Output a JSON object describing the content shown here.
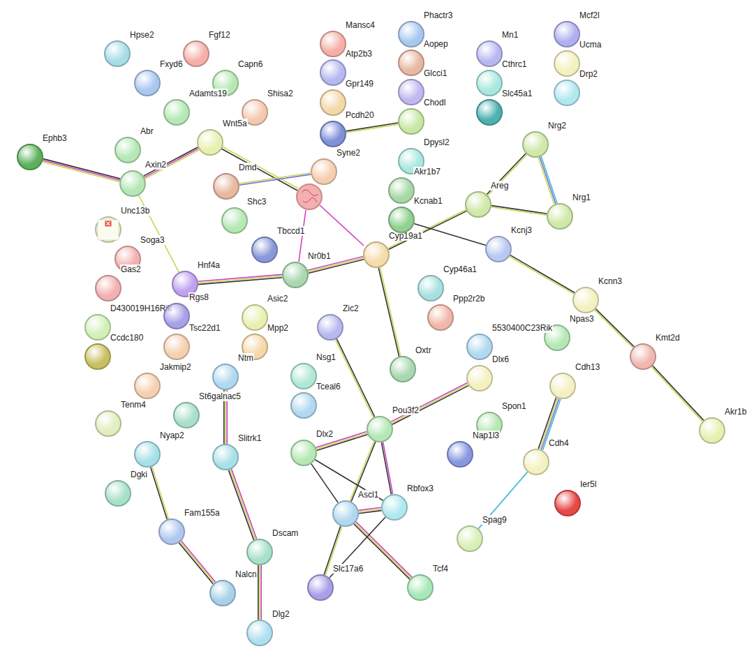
{
  "diagram": {
    "nodes": [
      {
        "text": [
          "Hpse2"
        ]
      },
      {
        "text": [
          "Fgf12"
        ]
      },
      {
        "text": [
          "Fxyd6"
        ]
      },
      {
        "text": [
          "Capn6"
        ]
      },
      {
        "text": [
          "Adamts19"
        ]
      },
      {
        "text": [
          "Shisa2"
        ]
      },
      {
        "text": [
          "Mansc4"
        ]
      },
      {
        "text": [
          "Atp2b3"
        ]
      },
      {
        "text": [
          "Gpr149"
        ]
      },
      {
        "text": [
          "Pcdh20"
        ]
      },
      {
        "text": [
          "Phactr3"
        ]
      },
      {
        "text": [
          "Aopep"
        ]
      },
      {
        "text": [
          "Glcci1"
        ]
      },
      {
        "text": [
          "Chodl"
        ]
      },
      {
        "text": [
          "Mn1"
        ]
      },
      {
        "text": [
          "Cthrc1"
        ]
      },
      {
        "text": [
          "Slc45a1"
        ]
      },
      {
        "text": [
          "Mcf2l"
        ]
      },
      {
        "text": [
          "Ucma"
        ]
      },
      {
        "text": [
          "Drp2"
        ]
      },
      {
        "text": [
          "Ephb3"
        ]
      },
      {
        "text": [
          "Abr"
        ]
      },
      {
        "text": [
          "Axin2"
        ]
      },
      {
        "text": [
          "Wnt5a"
        ]
      },
      {
        "text": [
          "Syne2"
        ]
      },
      {
        "text": [
          "Dmd"
        ]
      },
      {
        "text": [
          "Unc13b"
        ]
      },
      {
        "text": [
          "Shc3"
        ]
      },
      {
        "text": [
          "Tbccd1"
        ]
      },
      {
        "text": [
          "Soga3"
        ]
      },
      {
        "text": [
          "Gas2"
        ]
      },
      {
        "text": [
          "Hnf4a"
        ]
      },
      {
        "text": [
          "Nr0b1"
        ]
      },
      {
        "text": [
          "Cyp19a1"
        ]
      },
      {
        "text": [
          "Dpysl2"
        ]
      },
      {
        "text": [
          "Akr1b7"
        ]
      },
      {
        "text": [
          "Kcnab1"
        ]
      },
      {
        "text": [
          "Areg"
        ]
      },
      {
        "text": [
          "Nrg2"
        ]
      },
      {
        "text": [
          "Nrg1"
        ]
      },
      {
        "text": [
          "Kcnj3"
        ]
      },
      {
        "text": [
          "Cyp46a1"
        ]
      },
      {
        "text": [
          "Ppp2r2b"
        ]
      },
      {
        "text": [
          "Kcnn3"
        ]
      },
      {
        "text": [
          "Npas3"
        ]
      },
      {
        "text": [
          "Kmt2d"
        ]
      },
      {
        "text": [
          "Akr1b"
        ]
      },
      {
        "text": [
          "D430019H16Rik"
        ]
      },
      {
        "text": [
          "Rgs8"
        ]
      },
      {
        "text": [
          "Ccdc180"
        ]
      },
      {
        "text": [
          "Asic2"
        ]
      },
      {
        "text": [
          "Mpp2"
        ]
      },
      {
        "text": [
          "Tsc22d1"
        ]
      },
      {
        "text": [
          "Zic2"
        ]
      },
      {
        "text": [
          "Nsg1"
        ]
      },
      {
        "text": [
          "Tceal6"
        ]
      },
      {
        "text": [
          "Oxtr"
        ]
      },
      {
        "text": [
          "5530400C23Rik"
        ]
      },
      {
        "text": [
          "Dlx6"
        ]
      },
      {
        "text": [
          "Jakmip2"
        ]
      },
      {
        "text": [
          "Ntm"
        ]
      },
      {
        "text": [
          "Tenm4"
        ]
      },
      {
        "text": [
          "St6galnac5"
        ]
      },
      {
        "text": [
          "Pou3f2"
        ]
      },
      {
        "text": [
          "Dlx2"
        ]
      },
      {
        "text": [
          "Spon1"
        ]
      },
      {
        "text": [
          "Nap1l3"
        ]
      },
      {
        "text": [
          "Cdh13"
        ]
      },
      {
        "text": [
          "Cdh4"
        ]
      },
      {
        "text": [
          "Ier5l"
        ]
      },
      {
        "text": [
          "Nyap2"
        ]
      },
      {
        "text": [
          "Slitrk1"
        ]
      },
      {
        "text": [
          "Dgki"
        ]
      },
      {
        "text": [
          "Ascl1"
        ]
      },
      {
        "text": [
          "Rbfox3"
        ]
      },
      {
        "text": [
          "Spag9"
        ]
      },
      {
        "text": [
          "Fam155a"
        ]
      },
      {
        "text": [
          "Dscam"
        ]
      },
      {
        "text": [
          "Slc17a6"
        ]
      },
      {
        "text": [
          "Tcf4"
        ]
      },
      {
        "text": [
          "Nalcn"
        ]
      },
      {
        "text": [
          "Dlg2"
        ]
      }
    ],
    "edges": [
      {
        "from": 9,
        "to": 13,
        "arrow": "none"
      },
      {
        "from": 20,
        "to": 22,
        "arrow": "none"
      },
      {
        "from": 22,
        "to": 23,
        "arrow": "none"
      },
      {
        "from": 22,
        "to": 31,
        "arrow": "none"
      },
      {
        "from": 25,
        "to": 24,
        "arrow": "none"
      },
      {
        "from": 31,
        "to": 32,
        "arrow": "none"
      },
      {
        "from": 32,
        "to": 33,
        "arrow": "none"
      },
      {
        "from": 33,
        "to": 37,
        "arrow": "none"
      },
      {
        "from": 33,
        "to": 56,
        "arrow": "none"
      },
      {
        "from": 36,
        "to": 40,
        "arrow": "none"
      },
      {
        "from": 37,
        "to": 38,
        "arrow": "none"
      },
      {
        "from": 37,
        "to": 39,
        "arrow": "none"
      },
      {
        "from": 38,
        "to": 39,
        "arrow": "none"
      },
      {
        "from": 40,
        "to": 43,
        "arrow": "none"
      },
      {
        "from": 43,
        "to": 45,
        "arrow": "none"
      },
      {
        "from": 45,
        "to": 46,
        "arrow": "none"
      },
      {
        "from": 53,
        "to": 63,
        "arrow": "none"
      },
      {
        "from": 63,
        "to": 58,
        "arrow": "none"
      },
      {
        "from": 64,
        "to": 63,
        "arrow": "none"
      },
      {
        "from": 63,
        "to": 73,
        "arrow": "none"
      },
      {
        "from": 63,
        "to": 74,
        "arrow": "none"
      },
      {
        "from": 64,
        "to": 73,
        "arrow": "none"
      },
      {
        "from": 64,
        "to": 74,
        "arrow": "none"
      },
      {
        "from": 73,
        "to": 74,
        "arrow": "none"
      },
      {
        "from": 73,
        "to": 79,
        "arrow": "none"
      },
      {
        "from": 73,
        "to": 78,
        "arrow": "none"
      },
      {
        "from": 74,
        "to": 78,
        "arrow": "none"
      },
      {
        "from": 60,
        "to": 71,
        "arrow": "none"
      },
      {
        "from": 71,
        "to": 77,
        "arrow": "none"
      },
      {
        "from": 77,
        "to": 81,
        "arrow": "none"
      },
      {
        "from": 70,
        "to": 76,
        "arrow": "none"
      },
      {
        "from": 76,
        "to": 80,
        "arrow": "none"
      },
      {
        "from": 67,
        "to": 68,
        "arrow": "none"
      },
      {
        "from": 68,
        "to": 75,
        "arrow": "none"
      }
    ],
    "labels": [
      "Linked image not found"
    ]
  }
}
